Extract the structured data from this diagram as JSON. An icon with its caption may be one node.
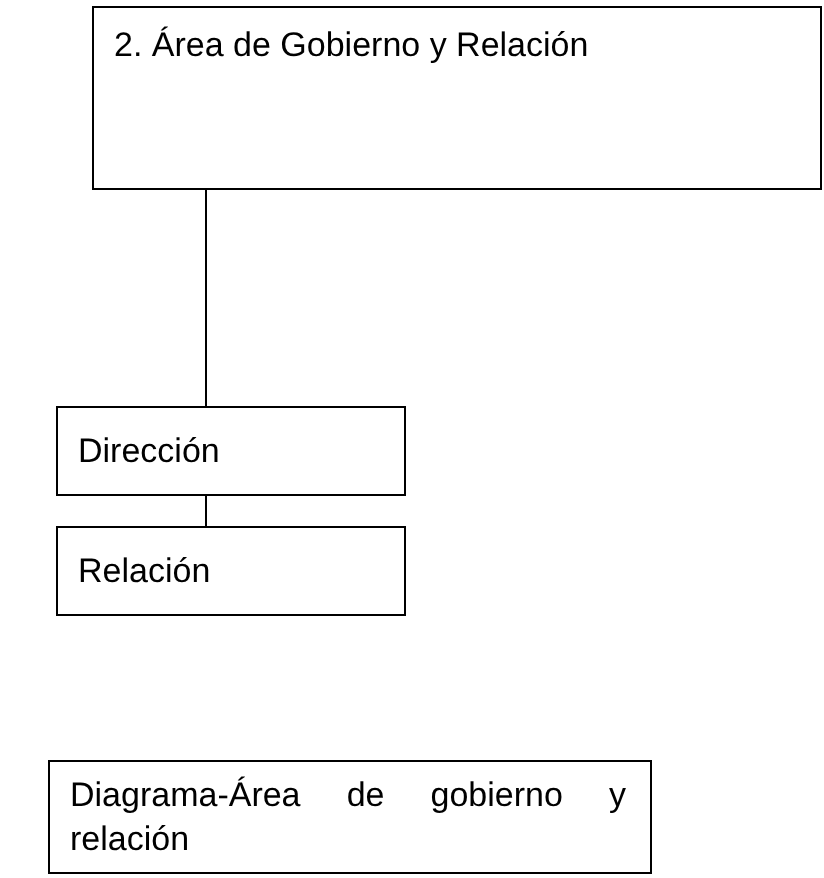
{
  "diagram": {
    "nodes": [
      {
        "text": [
          "2. Área de Gobierno y Relación"
        ]
      },
      {
        "text": [
          "Dirección"
        ]
      },
      {
        "text": [
          "Relación"
        ]
      },
      {
        "text": [
          "Diagrama-Área de gobierno y relación"
        ]
      }
    ],
    "edges": [
      {
        "from": 0,
        "to": 1,
        "arrow": "none"
      },
      {
        "from": 1,
        "to": 2,
        "arrow": "none"
      }
    ]
  }
}
